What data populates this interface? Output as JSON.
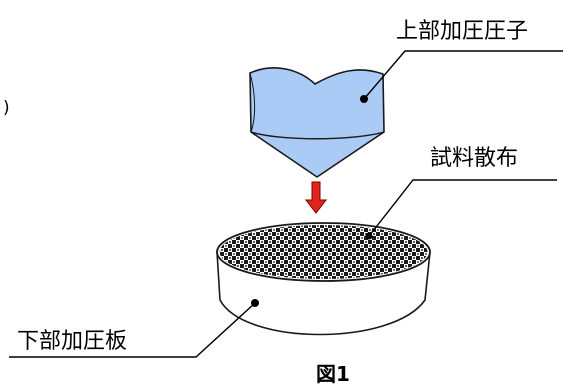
{
  "figure": {
    "stray_mark": ")",
    "labels": {
      "upper_indenter": "上部加圧圧子",
      "sample_spread": "試料散布",
      "lower_plate": "下部加圧板"
    },
    "caption": "図1"
  },
  "colors": {
    "indenter_fill": "#a9cbf6",
    "indenter_stroke": "#1a1a1a",
    "arrow_fill": "#e0241b",
    "arrow_stroke": "#7a0000",
    "plate_fill": "#ffffff",
    "sample_dark": "#1a1a1a",
    "sample_light": "#ffffff"
  }
}
